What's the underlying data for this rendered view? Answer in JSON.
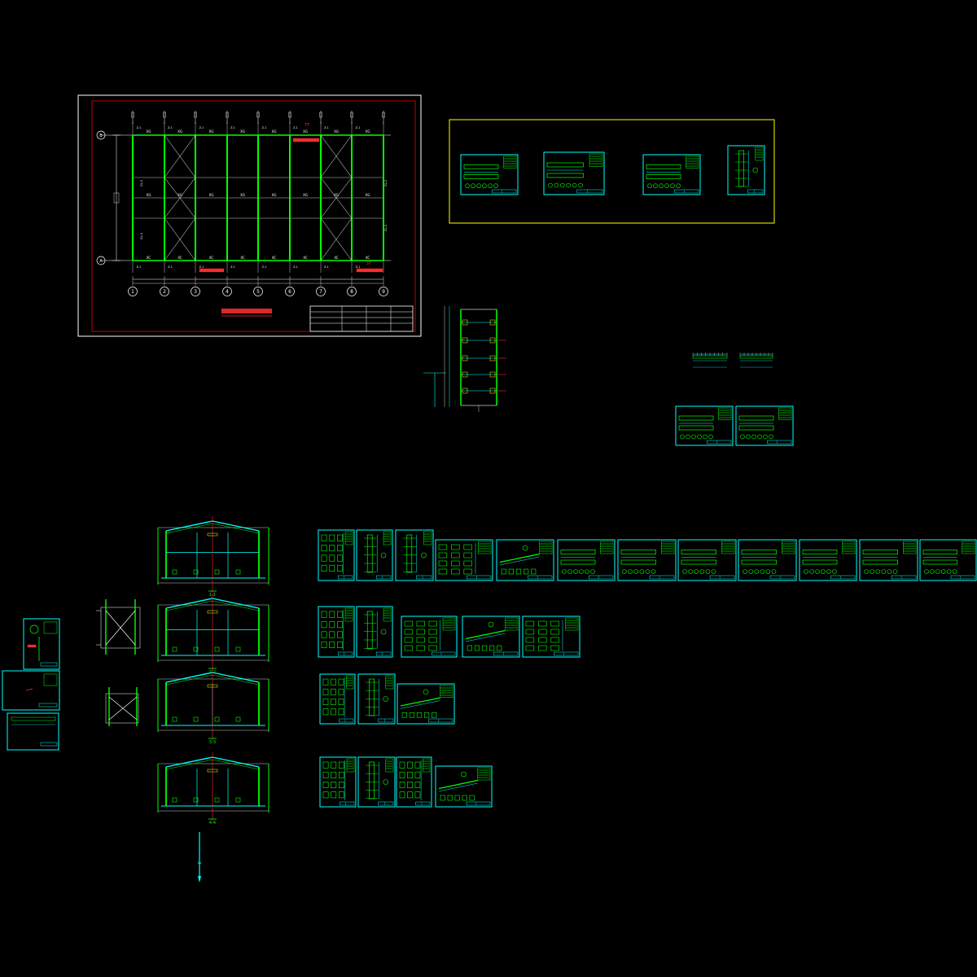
{
  "colors": {
    "background": "#000000",
    "frame": "#ffffff",
    "border": "#c00000",
    "grid": "#ffffff",
    "member": "#00ff00",
    "sheet": "#00ffff",
    "group_box": "#ffff00",
    "accent_red": "#ff2a2a",
    "dimension": "#ffff00"
  },
  "plan": {
    "column_axes": [
      "1",
      "2",
      "3",
      "4",
      "5",
      "6",
      "7",
      "8",
      "9"
    ],
    "row_axes": [
      "B",
      "A"
    ],
    "tags": {
      "xg": "XG",
      "xc": "XC",
      "gl": "GL-1",
      "z": "Z-1"
    },
    "red_notes": [
      "7T",
      "3T"
    ]
  },
  "sheet_groups": [
    {
      "row": "row-1",
      "count": 12
    },
    {
      "row": "row-2",
      "count": 5
    },
    {
      "row": "row-3",
      "count": 3
    },
    {
      "row": "row-4",
      "count": 4
    }
  ],
  "elevation_marks": [
    "1-1",
    "2-2",
    "3-3",
    "4-4"
  ]
}
